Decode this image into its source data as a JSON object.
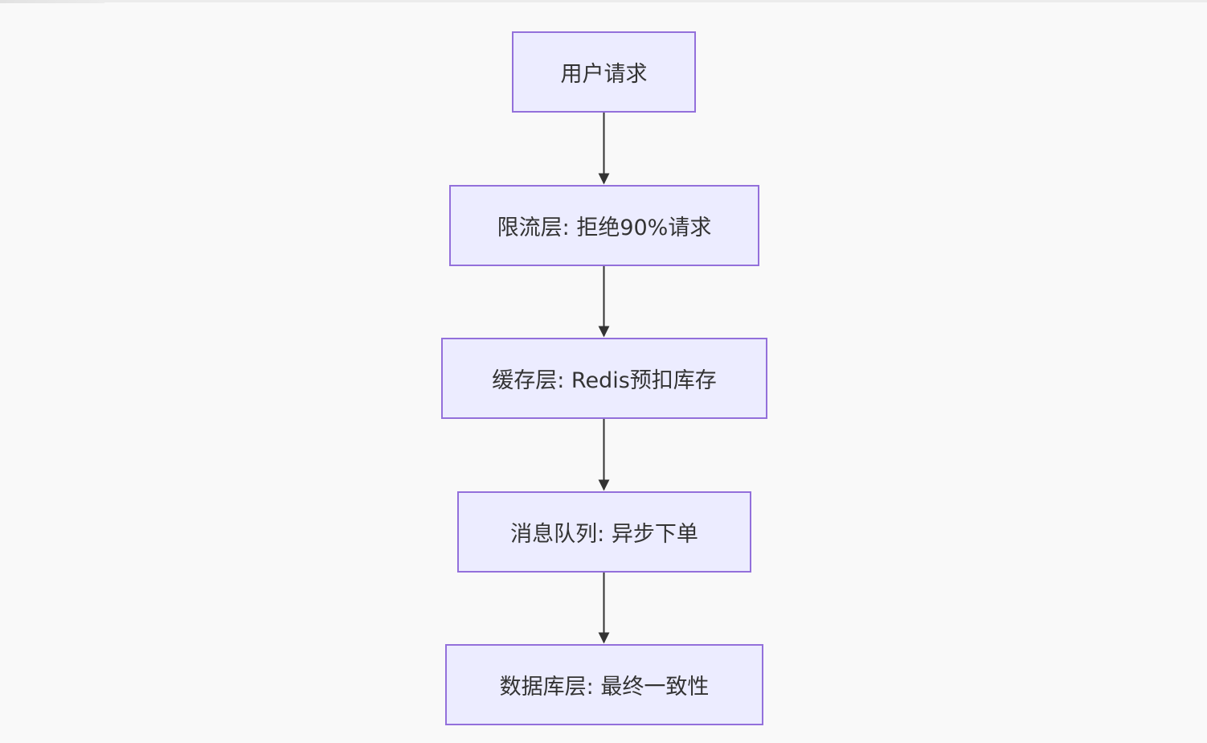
{
  "diagram": {
    "type": "flowchart",
    "direction": "top-down",
    "colors": {
      "background": "#f9f9f9",
      "node_fill": "#ececff",
      "node_border": "#9370db",
      "text": "#333333",
      "edge": "#333333"
    },
    "nodes": [
      {
        "id": "n1",
        "label": "用户请求"
      },
      {
        "id": "n2",
        "label": "限流层: 拒绝90%请求"
      },
      {
        "id": "n3",
        "label": "缓存层: Redis预扣库存"
      },
      {
        "id": "n4",
        "label": "消息队列: 异步下单"
      },
      {
        "id": "n5",
        "label": "数据库层: 最终一致性"
      }
    ],
    "edges": [
      {
        "from": "n1",
        "to": "n2"
      },
      {
        "from": "n2",
        "to": "n3"
      },
      {
        "from": "n3",
        "to": "n4"
      },
      {
        "from": "n4",
        "to": "n5"
      }
    ]
  }
}
